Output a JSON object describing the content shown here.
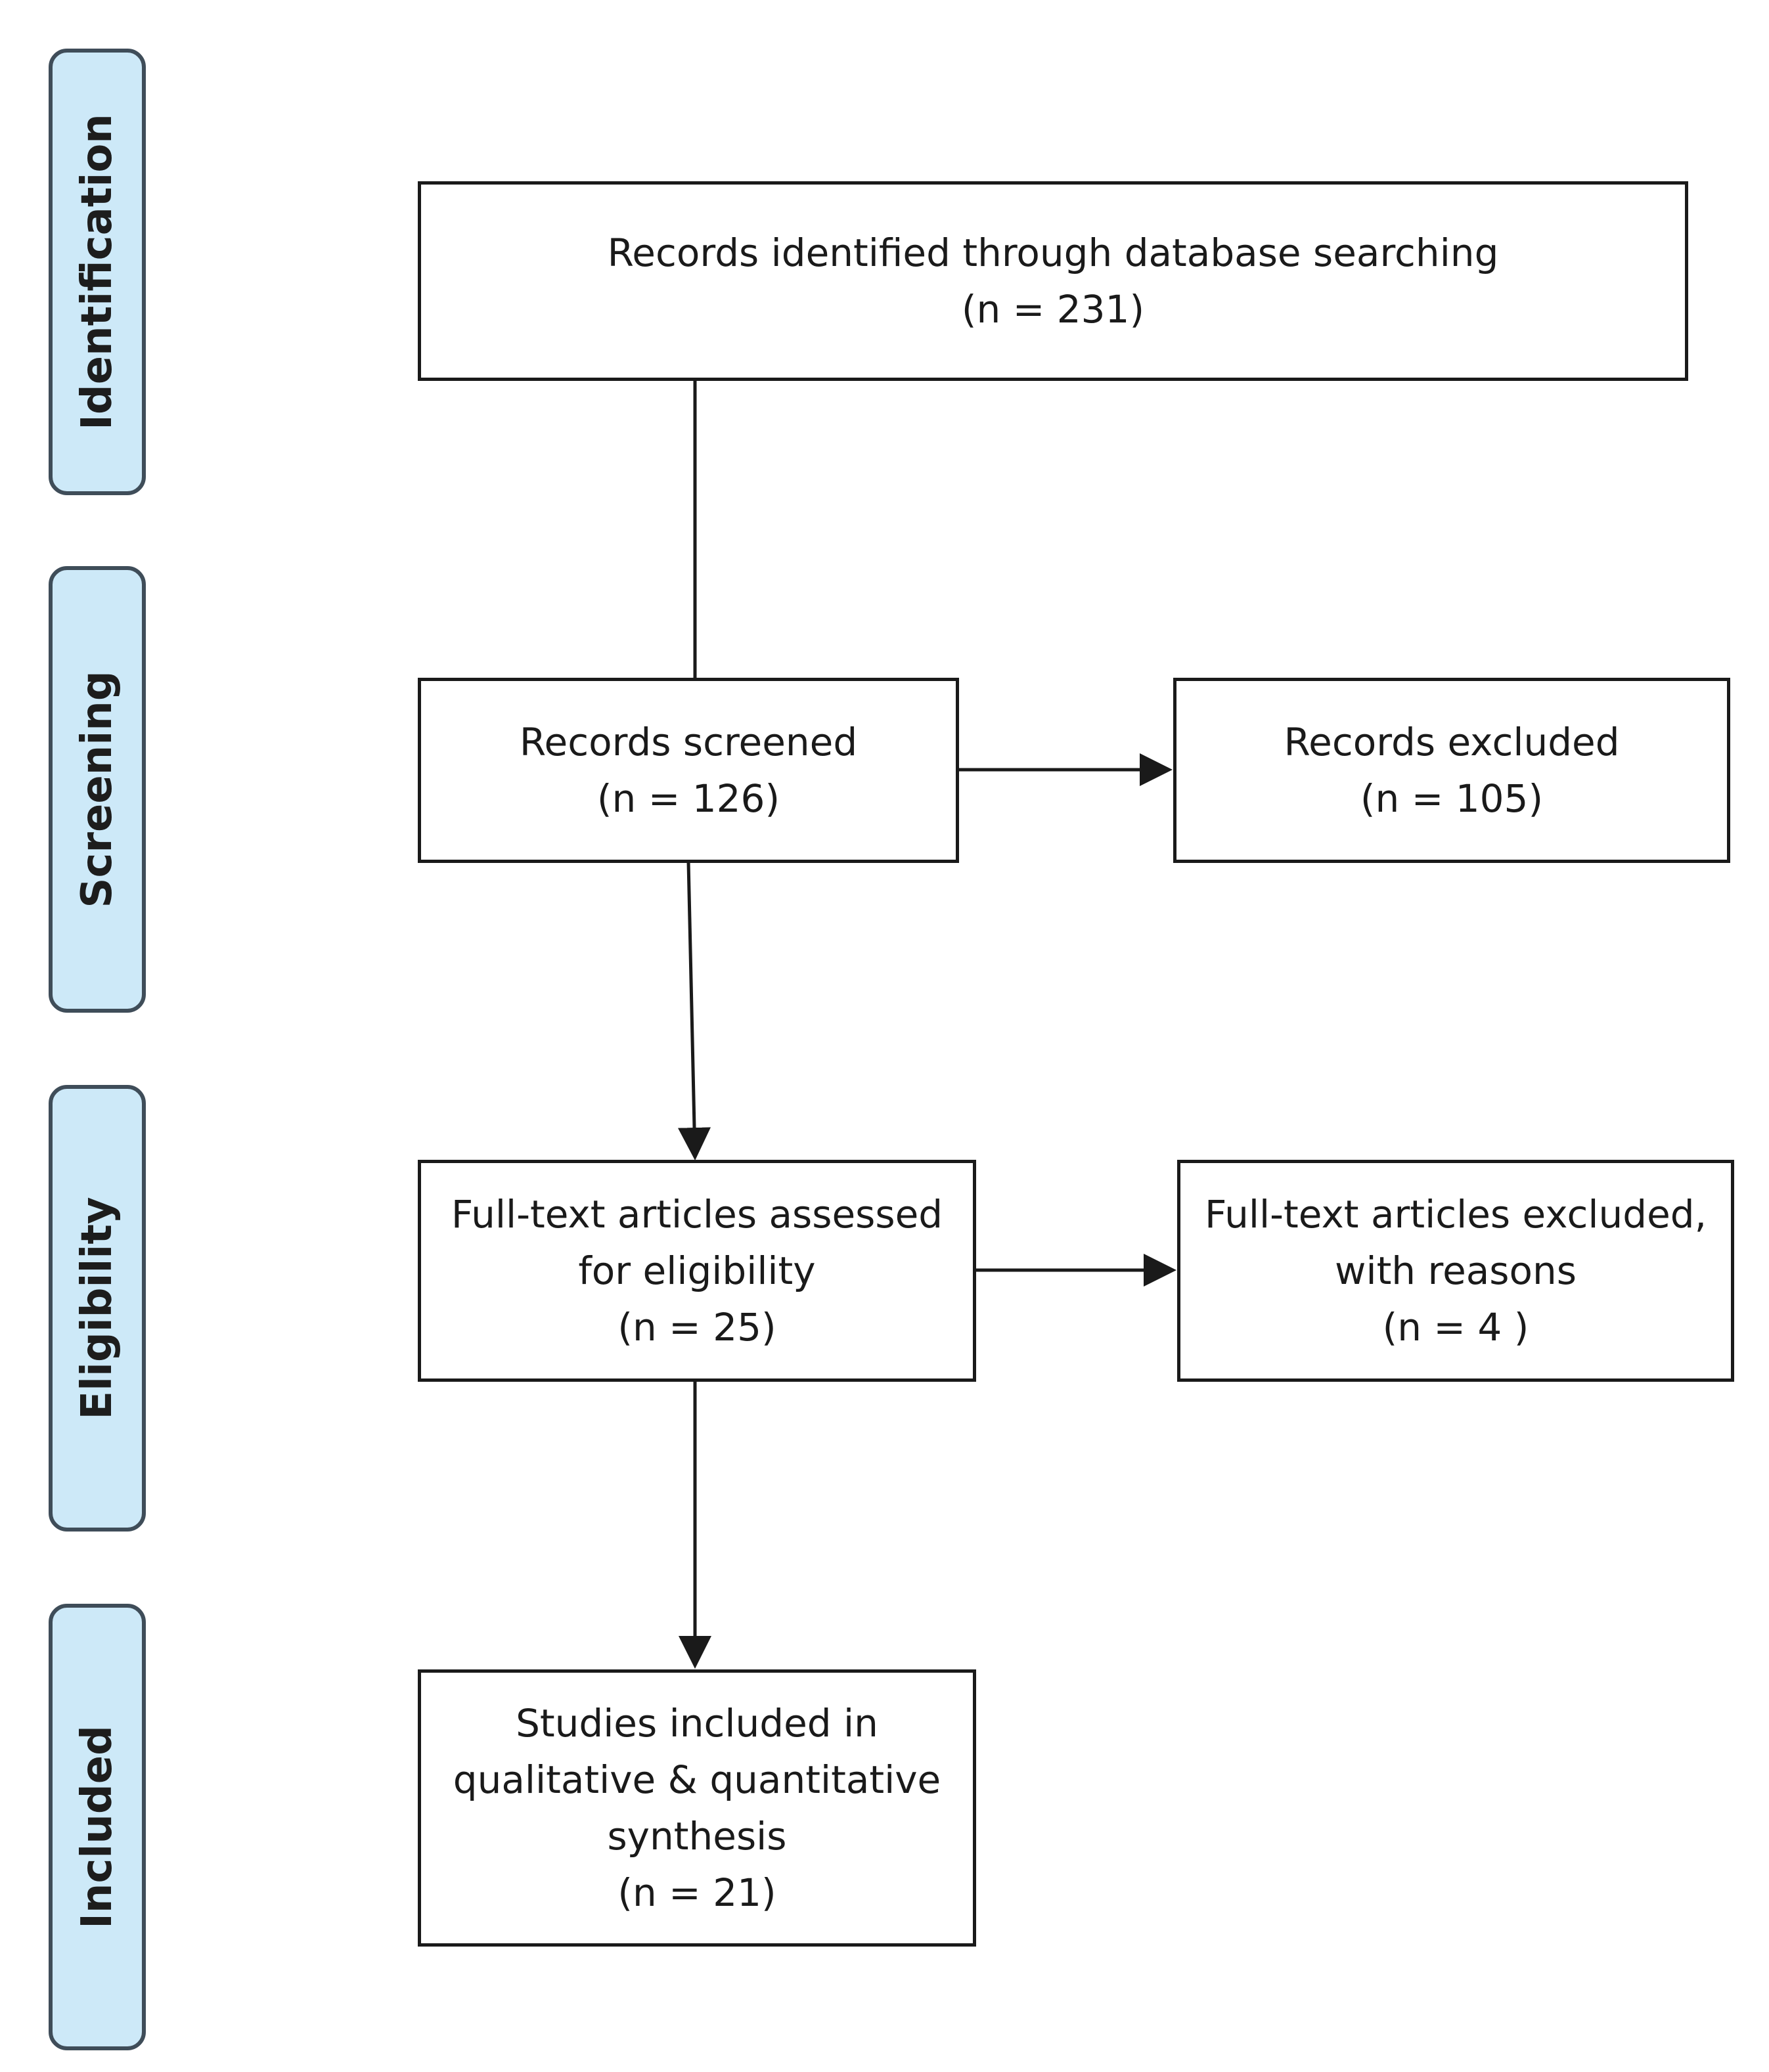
{
  "phases": {
    "identification": "Identification",
    "screening": "Screening",
    "eligibility": "Eligibility",
    "included": "Included"
  },
  "boxes": {
    "identified": {
      "line1": "Records identified through database searching",
      "count": "(n = 231)"
    },
    "screened": {
      "line1": "Records screened",
      "count": "(n = 126)"
    },
    "excluded": {
      "line1": "Records excluded",
      "count": "(n = 105)"
    },
    "fulltext_assessed": {
      "line1": "Full-text articles assessed",
      "line2": "for eligibility",
      "count": "(n = 25)"
    },
    "fulltext_excluded": {
      "line1": "Full-text articles excluded,",
      "line2": "with reasons",
      "count": "(n = 4 )"
    },
    "included": {
      "line1": "Studies included in",
      "line2": "qualitative & quantitative",
      "line3": "synthesis",
      "count": "(n =  21)"
    }
  },
  "colors": {
    "phase_fill": "#cde9f8",
    "phase_border": "#3f4d59",
    "box_border": "#1a1a1a",
    "arrow": "#1a1a1a"
  }
}
